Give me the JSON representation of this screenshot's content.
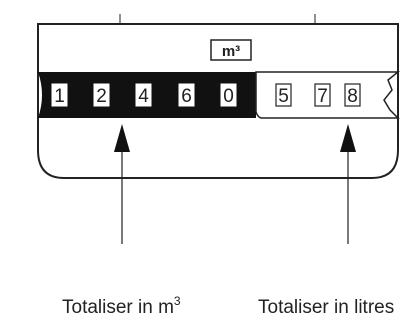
{
  "meter": {
    "unit_label": "m³",
    "cubic_meter_digits": [
      "1",
      "2",
      "4",
      "6",
      "0"
    ],
    "litre_digits": [
      "5",
      "7",
      "8"
    ]
  },
  "labels": {
    "totaliser_m3_prefix": "Totaliser in m",
    "totaliser_m3_superscript": "3",
    "totaliser_litres": "Totaliser in litres"
  }
}
